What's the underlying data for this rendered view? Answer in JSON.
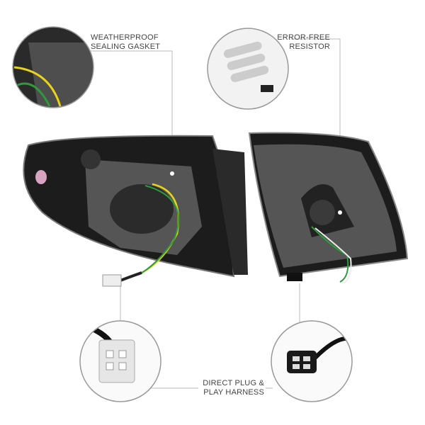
{
  "callouts": {
    "gasket": {
      "line1": "WEATHERPROOF",
      "line2": "SEALING GASKET"
    },
    "resistor": {
      "line1": "ERROR-FREE",
      "line2": "RESISTOR"
    },
    "harness": {
      "line1": "DIRECT PLUG &",
      "line2": "PLAY HARNESS"
    }
  },
  "colors": {
    "housing": "#1c1c1c",
    "gasket": "#555555",
    "wire_yellow": "#e8d21c",
    "wire_green": "#2e9b3a",
    "line": "#bbbbbb"
  }
}
